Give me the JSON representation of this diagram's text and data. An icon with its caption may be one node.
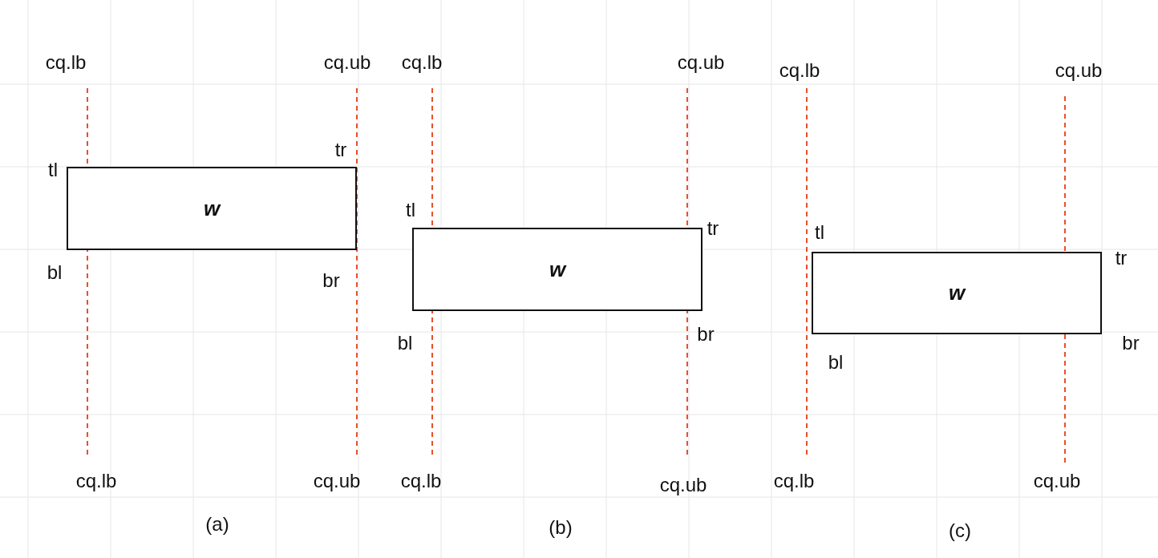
{
  "diagram": {
    "nodes": [
      {
        "text": [
          "w"
        ]
      },
      {
        "text": [
          "w"
        ]
      },
      {
        "text": [
          "w"
        ]
      }
    ],
    "labels": [
      "cq.lb",
      "cq.ub",
      "tl",
      "tr",
      "bl",
      "br",
      "cq.lb",
      "cq.ub",
      "(a)",
      "cq.lb",
      "cq.ub",
      "tl",
      "tr",
      "bl",
      "br",
      "cq.lb",
      "cq.ub",
      "(b)",
      "cq.lb",
      "cq.ub",
      "tl",
      "tr",
      "bl",
      "br",
      "cq.lb",
      "cq.ub",
      "(c)"
    ]
  }
}
